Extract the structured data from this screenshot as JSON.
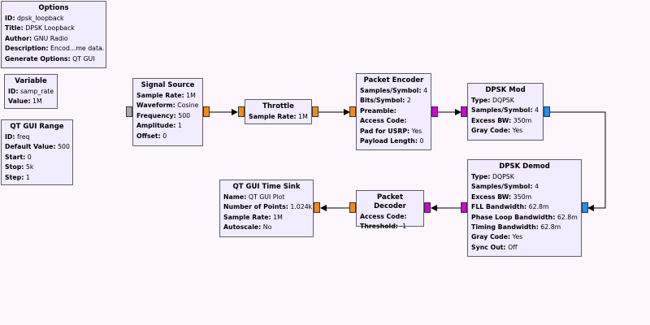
{
  "flowgraph": {
    "options": {
      "title": "Options",
      "rows": [
        {
          "key": "ID:",
          "value": "dpsk_loopback"
        },
        {
          "key": "Title:",
          "value": "DPSK Loopback"
        },
        {
          "key": "Author:",
          "value": "GNU Radio"
        },
        {
          "key": "Description:",
          "value": "Encod...me data."
        },
        {
          "key": "Generate Options:",
          "value": "QT GUI"
        }
      ]
    },
    "variable": {
      "title": "Variable",
      "rows": [
        {
          "key": "ID:",
          "value": "samp_rate"
        },
        {
          "key": "Value:",
          "value": "1M"
        }
      ]
    },
    "qt_gui_range": {
      "title": "QT GUI Range",
      "rows": [
        {
          "key": "ID:",
          "value": "freq"
        },
        {
          "key": "Default Value:",
          "value": "500"
        },
        {
          "key": "Start:",
          "value": "0"
        },
        {
          "key": "Stop:",
          "value": "5k"
        },
        {
          "key": "Step:",
          "value": "1"
        }
      ]
    },
    "signal_source": {
      "title": "Signal Source",
      "rows": [
        {
          "key": "Sample Rate:",
          "value": "1M"
        },
        {
          "key": "Waveform:",
          "value": "Cosine"
        },
        {
          "key": "Frequency:",
          "value": "500"
        },
        {
          "key": "Amplitude:",
          "value": "1"
        },
        {
          "key": "Offset:",
          "value": "0"
        }
      ]
    },
    "throttle": {
      "title": "Throttle",
      "rows": [
        {
          "key": "Sample Rate:",
          "value": "1M"
        }
      ]
    },
    "packet_encoder": {
      "title": "Packet Encoder",
      "rows": [
        {
          "key": "Samples/Symbol:",
          "value": "4"
        },
        {
          "key": "Bits/Symbol:",
          "value": "2"
        },
        {
          "key": "Preamble:",
          "value": ""
        },
        {
          "key": "Access Code:",
          "value": ""
        },
        {
          "key": "Pad for USRP:",
          "value": "Yes"
        },
        {
          "key": "Payload Length:",
          "value": "0"
        }
      ]
    },
    "dpsk_mod": {
      "title": "DPSK Mod",
      "rows": [
        {
          "key": "Type:",
          "value": "DQPSK"
        },
        {
          "key": "Samples/Symbol:",
          "value": "4"
        },
        {
          "key": "Excess BW:",
          "value": "350m"
        },
        {
          "key": "Gray Code:",
          "value": "Yes"
        }
      ]
    },
    "dpsk_demod": {
      "title": "DPSK Demod",
      "rows": [
        {
          "key": "Type:",
          "value": "DQPSK"
        },
        {
          "key": "Samples/Symbol:",
          "value": "4"
        },
        {
          "key": "Excess BW:",
          "value": "350m"
        },
        {
          "key": "FLL Bandwidth:",
          "value": "62.8m"
        },
        {
          "key": "Phase Loop Bandwidth:",
          "value": "62.8m"
        },
        {
          "key": "Timing Bandwidth:",
          "value": "62.8m"
        },
        {
          "key": "Gray Code:",
          "value": "Yes"
        },
        {
          "key": "Sync Out:",
          "value": "Off"
        }
      ]
    },
    "packet_decoder": {
      "title": "Packet Decoder",
      "rows": [
        {
          "key": "Access Code:",
          "value": ""
        },
        {
          "key": "Threshold:",
          "value": "-1"
        }
      ]
    },
    "qt_gui_time_sink": {
      "title": "QT GUI Time Sink",
      "rows": [
        {
          "key": "Name:",
          "value": "QT GUI Plot"
        },
        {
          "key": "Number of Points:",
          "value": "1.024k"
        },
        {
          "key": "Sample Rate:",
          "value": "1M"
        },
        {
          "key": "Autoscale:",
          "value": "No"
        }
      ]
    }
  },
  "port_colors": {
    "float": "#f58a13",
    "byte": "#d100d8",
    "complex": "#1e90ff",
    "disabled": "#aaaaaa"
  },
  "background_color": "#fdf7fd"
}
